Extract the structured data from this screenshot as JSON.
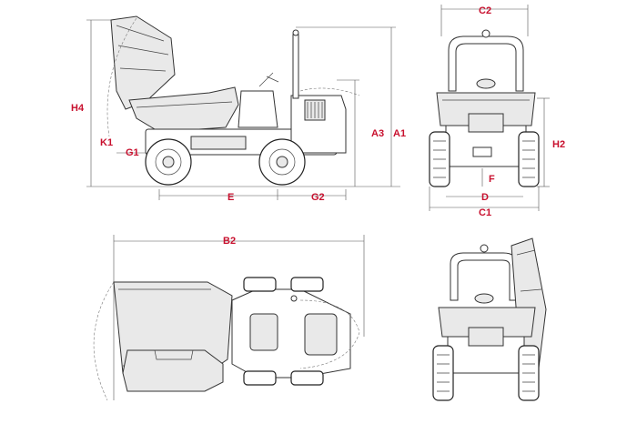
{
  "labels": {
    "H4": "H4",
    "K1": "K1",
    "G1": "G1",
    "E": "E",
    "G2": "G2",
    "A3": "A3",
    "A1": "A1",
    "C2": "C2",
    "H2": "H2",
    "F": "F",
    "D": "D",
    "C1": "C1",
    "B2": "B2"
  },
  "colors": {
    "label": "#c8102e",
    "line": "#333333"
  }
}
